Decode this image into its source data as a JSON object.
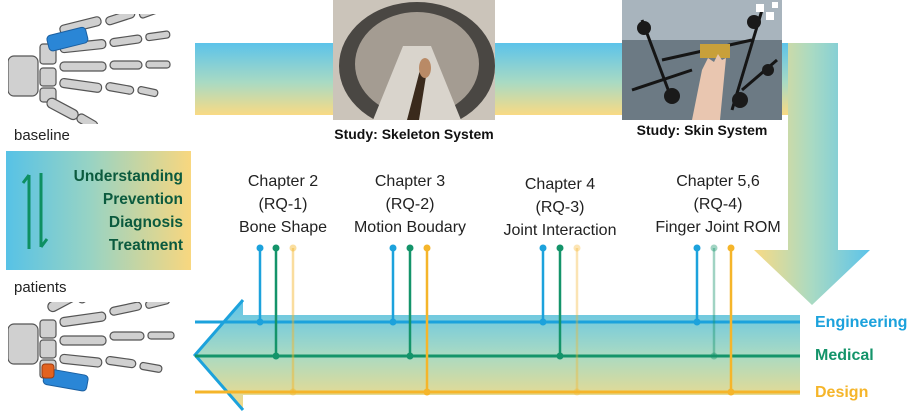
{
  "diagram": {
    "states": {
      "baseline": "baseline",
      "patients": "patients"
    },
    "purposes": [
      "Understanding",
      "Prevention",
      "Diagnosis",
      "Treatment"
    ],
    "studies": [
      {
        "caption": "Study: Skeleton System"
      },
      {
        "caption": "Study: Skin System"
      }
    ],
    "chapters": [
      {
        "chapter": "Chapter 2",
        "rq": "(RQ-1)",
        "topic": "Bone Shape"
      },
      {
        "chapter": "Chapter 3",
        "rq": "(RQ-2)",
        "topic": "Motion Boudary"
      },
      {
        "chapter": "Chapter 4",
        "rq": "(RQ-3)",
        "topic": "Joint Interaction"
      },
      {
        "chapter": "Chapter 5,6",
        "rq": "(RQ-4)",
        "topic": "Finger Joint ROM"
      }
    ],
    "disciplines": [
      {
        "name": "Engineering",
        "color": "#1ca2dc"
      },
      {
        "name": "Medical",
        "color": "#14946a"
      },
      {
        "name": "Design",
        "color": "#f5b52a"
      }
    ],
    "icons": [
      "hand-skeleton-icon",
      "hand-skeleton-injured-icon",
      "up-down-arrows-icon"
    ]
  }
}
